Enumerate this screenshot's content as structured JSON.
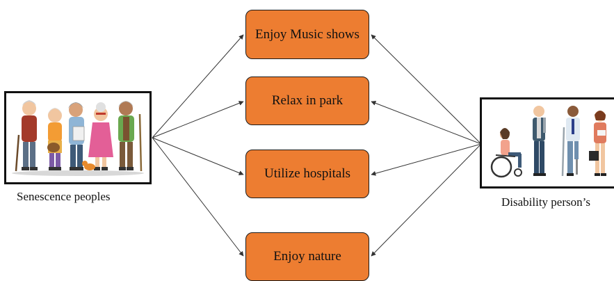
{
  "activities": [
    {
      "label": "Enjoy Music shows"
    },
    {
      "label": "Relax in park"
    },
    {
      "label": "Utilize hospitals"
    },
    {
      "label": "Enjoy nature"
    }
  ],
  "groups": {
    "left": {
      "caption": "Senescence peoples",
      "illustration": "elderly-group-illustration"
    },
    "right": {
      "caption": "Disability person’s",
      "illustration": "disabled-people-illustration"
    }
  },
  "colors": {
    "box_fill": "#ed7d31",
    "box_border": "#1a1a1a",
    "arrow": "#333333"
  }
}
